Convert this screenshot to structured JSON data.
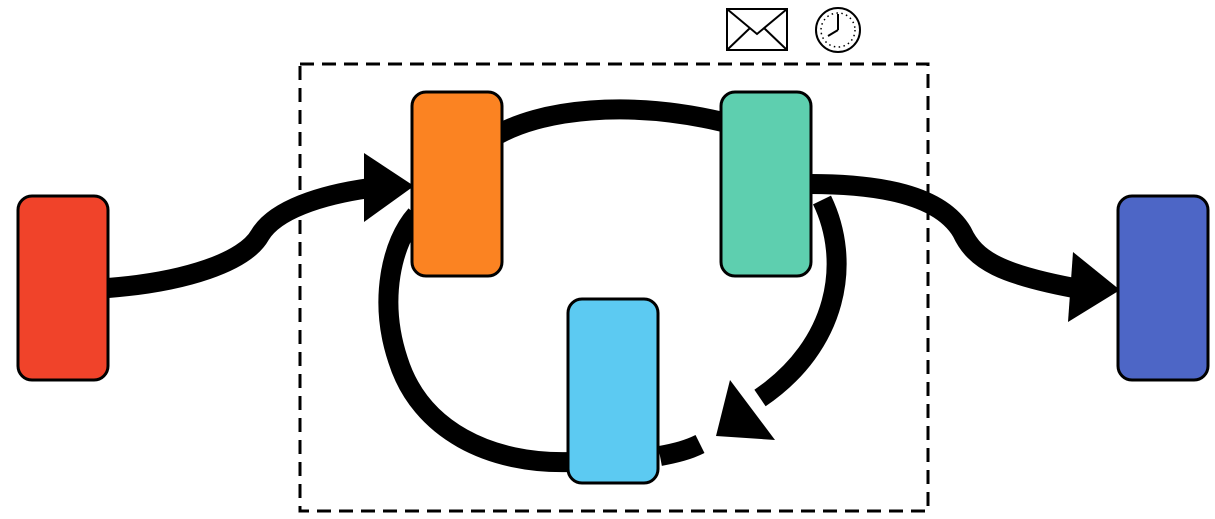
{
  "diagram": {
    "nodes": [
      {
        "id": "source",
        "color": "#f0432a"
      },
      {
        "id": "step-a",
        "color": "#fb8322"
      },
      {
        "id": "step-b",
        "color": "#5ecfaf"
      },
      {
        "id": "step-c",
        "color": "#5ccaf2"
      },
      {
        "id": "target",
        "color": "#4d66c6"
      }
    ],
    "edges": [
      {
        "from": "source",
        "to": "step-a"
      },
      {
        "from": "step-a",
        "to": "step-b"
      },
      {
        "from": "step-b",
        "to": "step-c"
      },
      {
        "from": "step-c",
        "to": "step-a"
      },
      {
        "from": "step-b",
        "to": "target"
      }
    ],
    "group": {
      "border": "dashed"
    },
    "icons": [
      "envelope-icon",
      "clock-icon"
    ]
  }
}
